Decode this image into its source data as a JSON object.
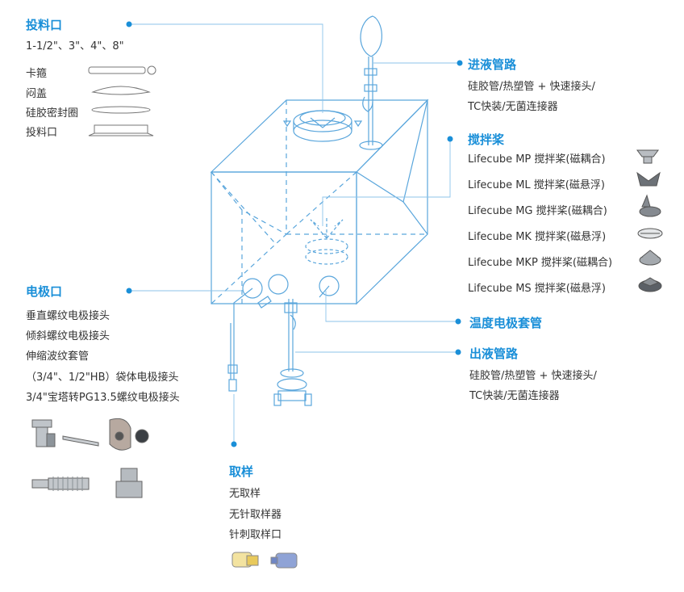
{
  "feed_port": {
    "title": "投料口",
    "sizes": "1-1/2\"、3\"、4\"、8\"",
    "items": [
      "卡箍",
      "闷盖",
      "硅胶密封圈",
      "投料口"
    ]
  },
  "inlet": {
    "title": "进液管路",
    "lines": [
      "硅胶管/热塑管 + 快速接头/",
      "TC快装/无菌连接器"
    ]
  },
  "impeller": {
    "title": "搅拌桨",
    "items": [
      "Lifecube MP 搅拌桨(磁耦合)",
      "Lifecube ML 搅拌桨(磁悬浮)",
      "Lifecube MG 搅拌桨(磁耦合)",
      "Lifecube MK 搅拌桨(磁悬浮)",
      "Lifecube MKP 搅拌桨(磁耦合)",
      "Lifecube MS 搅拌桨(磁悬浮)"
    ]
  },
  "electrode": {
    "title": "电极口",
    "lines": [
      "垂直螺纹电极接头",
      "倾斜螺纹电极接头",
      "伸缩波纹套管",
      "（3/4\"、1/2\"HB）袋体电极接头",
      "3/4\"宝塔转PG13.5螺纹电极接头"
    ]
  },
  "temp": {
    "title": "温度电极套管"
  },
  "outlet": {
    "title": "出液管路",
    "lines": [
      "硅胶管/热塑管 + 快速接头/",
      "TC快装/无菌连接器"
    ]
  },
  "sampling": {
    "title": "取样",
    "lines": [
      "无取样",
      "无针取样器",
      "针刺取样口"
    ]
  },
  "colors": {
    "accent": "#1a8fd8",
    "line": "#5aa6dc"
  }
}
